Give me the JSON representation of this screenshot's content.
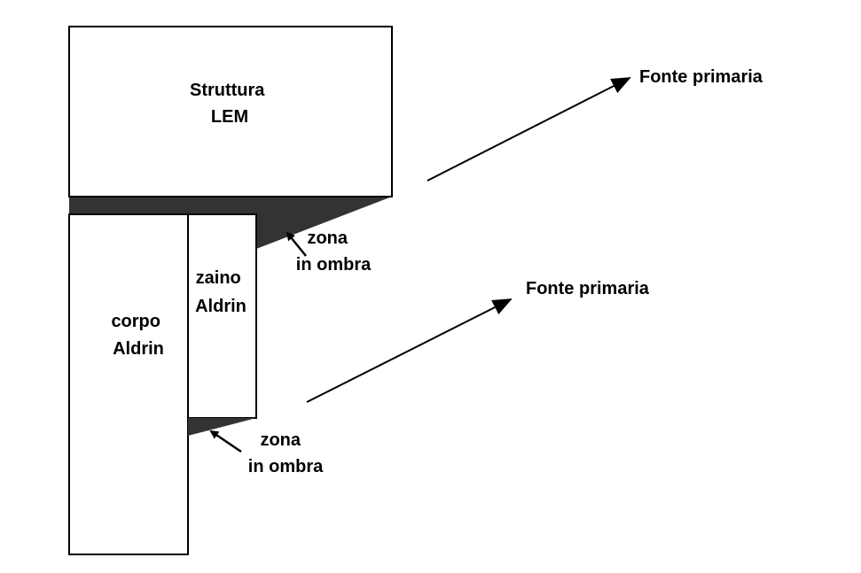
{
  "labels": {
    "lem_line1": "Struttura",
    "lem_line2": "LEM",
    "zaino_line1": "zaino",
    "zaino_line2": "Aldrin",
    "corpo_line1": "corpo",
    "corpo_line2": "Aldrin",
    "shadow_upper_line1": "zona",
    "shadow_upper_line2": "in ombra",
    "shadow_lower_line1": "zona",
    "shadow_lower_line2": "in ombra",
    "source_upper": "Fonte primaria",
    "source_lower": "Fonte primaria"
  },
  "colors": {
    "shadow": "#333333",
    "stroke": "#000000"
  }
}
